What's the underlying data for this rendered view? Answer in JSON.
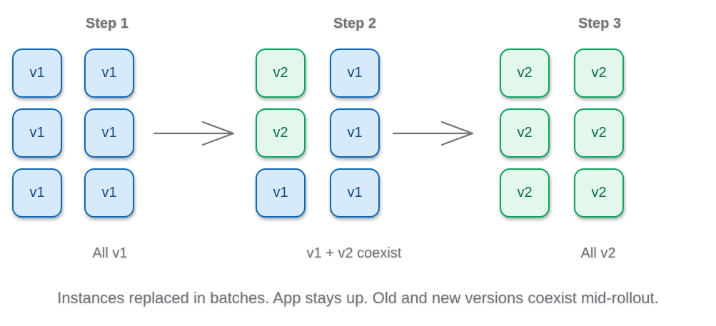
{
  "diagram": {
    "caption": "Instances replaced in batches. App stays up. Old and new versions coexist mid-rollout.",
    "steps": [
      {
        "title": "Step 1",
        "label": "All v1",
        "grid": [
          [
            "v1",
            "v1"
          ],
          [
            "v1",
            "v1"
          ],
          [
            "v1",
            "v1"
          ]
        ]
      },
      {
        "title": "Step 2",
        "label": "v1 + v2 coexist",
        "grid": [
          [
            "v2",
            "v1"
          ],
          [
            "v2",
            "v1"
          ],
          [
            "v1",
            "v1"
          ]
        ]
      },
      {
        "title": "Step 3",
        "label": "All v2",
        "grid": [
          [
            "v2",
            "v2"
          ],
          [
            "v2",
            "v2"
          ],
          [
            "v2",
            "v2"
          ]
        ]
      }
    ],
    "colors": {
      "v1_fill": "#d6eafb",
      "v1_border": "#1068b7",
      "v1_text": "#174a7c",
      "v2_fill": "#e3f7ed",
      "v2_border": "#0ca35c",
      "v2_text": "#0a6e3f",
      "text_gray": "#6e7277",
      "arrow": "#70757a"
    }
  }
}
